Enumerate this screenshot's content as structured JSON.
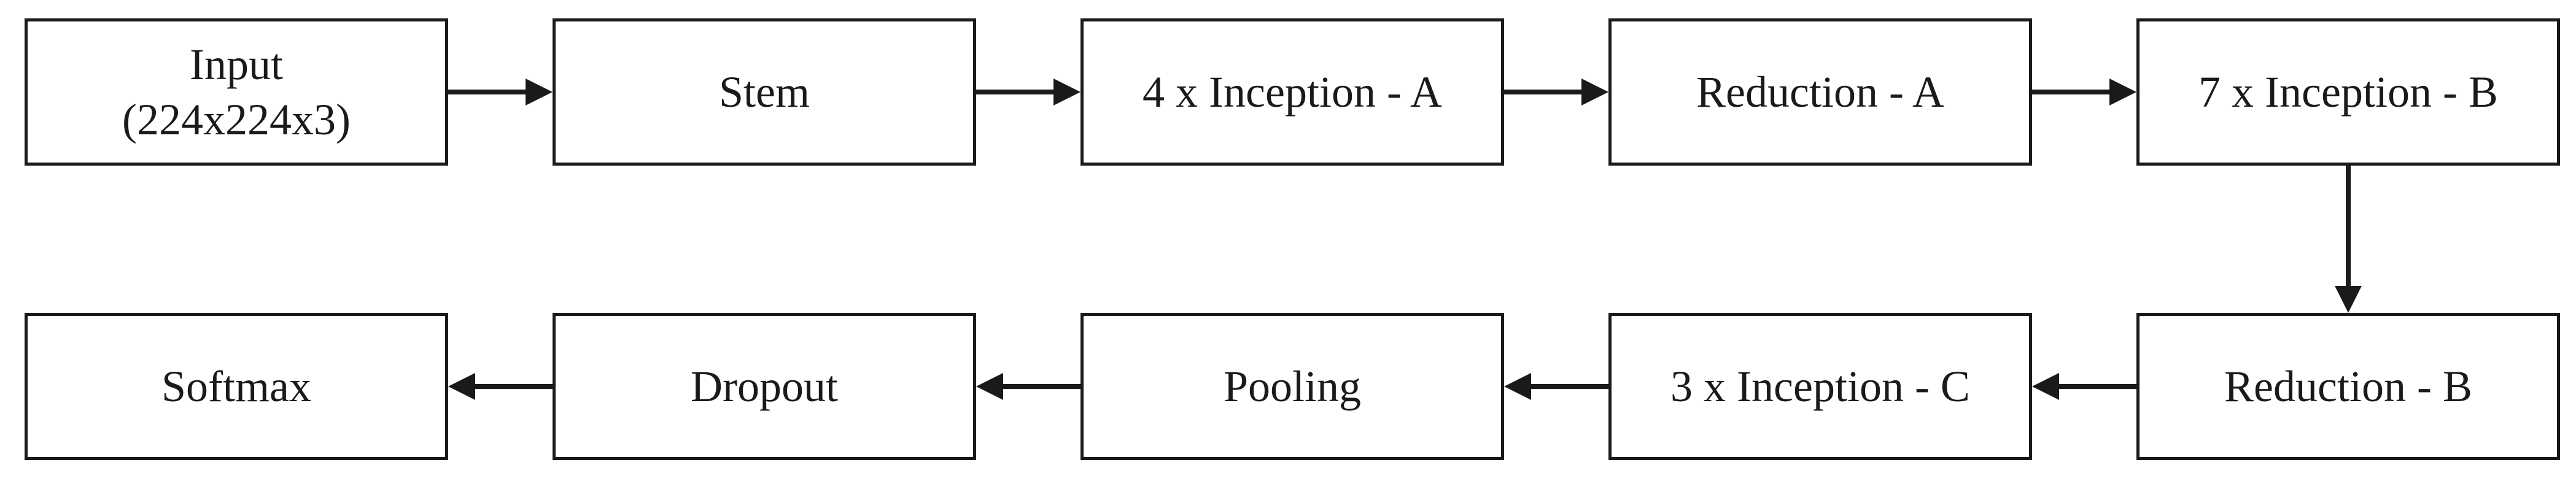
{
  "diagram": {
    "background_color": "#ffffff",
    "box_border_color": "#1a1a1a",
    "text_color": "#1a1a1a",
    "arrow_color": "#1a1a1a",
    "row1": [
      {
        "id": "input",
        "label": "Input\n(224x224x3)"
      },
      {
        "id": "stem",
        "label": "Stem"
      },
      {
        "id": "inception-a",
        "label": "4 x Inception - A"
      },
      {
        "id": "reduction-a",
        "label": "Reduction - A"
      },
      {
        "id": "inception-b",
        "label": "7 x Inception - B"
      }
    ],
    "row2": [
      {
        "id": "softmax",
        "label": "Softmax"
      },
      {
        "id": "dropout",
        "label": "Dropout"
      },
      {
        "id": "pooling",
        "label": "Pooling"
      },
      {
        "id": "inception-c",
        "label": "3 x Inception - C"
      },
      {
        "id": "reduction-b",
        "label": "Reduction - B"
      }
    ],
    "connections": [
      {
        "from": "input",
        "to": "stem",
        "direction": "right"
      },
      {
        "from": "stem",
        "to": "inception-a",
        "direction": "right"
      },
      {
        "from": "inception-a",
        "to": "reduction-a",
        "direction": "right"
      },
      {
        "from": "reduction-a",
        "to": "inception-b",
        "direction": "right"
      },
      {
        "from": "inception-b",
        "to": "reduction-b",
        "direction": "down"
      },
      {
        "from": "reduction-b",
        "to": "inception-c",
        "direction": "left"
      },
      {
        "from": "inception-c",
        "to": "pooling",
        "direction": "left"
      },
      {
        "from": "pooling",
        "to": "dropout",
        "direction": "left"
      },
      {
        "from": "dropout",
        "to": "softmax",
        "direction": "left"
      }
    ]
  }
}
